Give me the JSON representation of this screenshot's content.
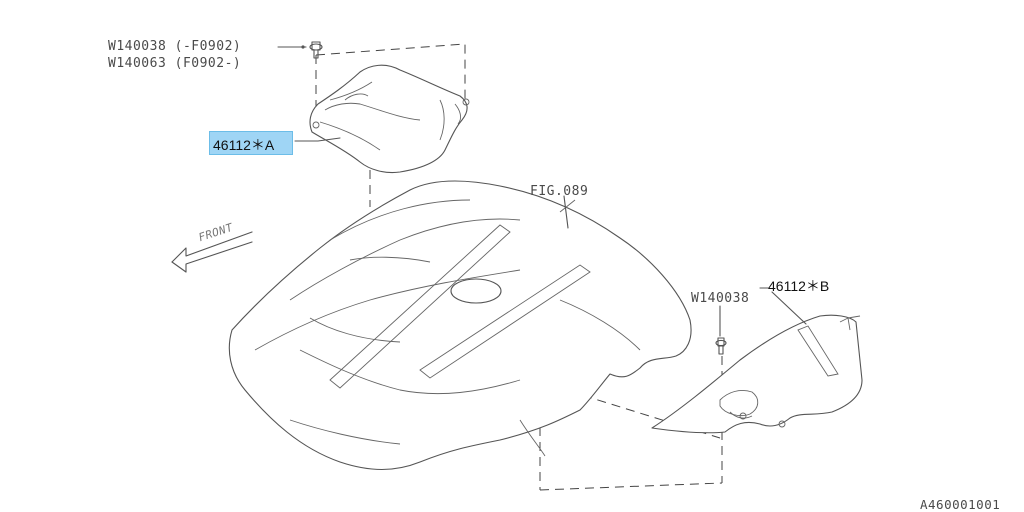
{
  "labels": {
    "bolt_1": "W140038 (-F0902)",
    "bolt_2": "W140063 (F0902-)",
    "part_a": "46112＊A",
    "fig_ref": "FIG.089",
    "part_b": "46112＊B",
    "bolt_3": "W140038",
    "front": "FRONT",
    "diagram_code": "A460001001"
  },
  "colors": {
    "highlight": "#9fd5f5",
    "line": "#555555"
  }
}
